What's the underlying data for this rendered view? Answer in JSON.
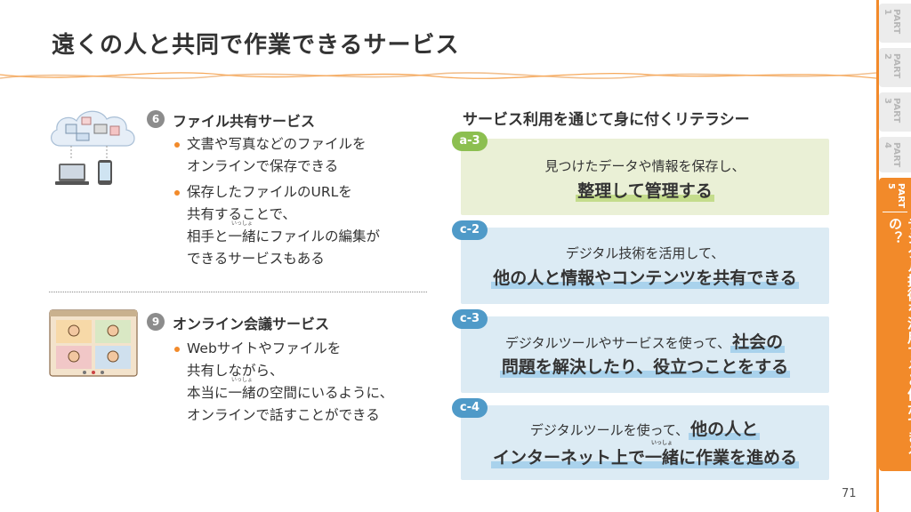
{
  "title": "遠くの人と共同で作業できるサービス",
  "sidebar": {
    "parts": [
      {
        "label": "PART\n1"
      },
      {
        "label": "PART\n2"
      },
      {
        "label": "PART\n3"
      },
      {
        "label": "PART\n4"
      }
    ],
    "active": {
      "label": "PART\n5",
      "subtitle": "デジタル技術を活用すると何ができるの？"
    }
  },
  "left": {
    "service1": {
      "number": "6",
      "title": "ファイル共有サービス",
      "b1_l1": "文書や写真などのファイルを",
      "b1_l2": "オンラインで保存できる",
      "b2_l1": "保存したファイルのURLを",
      "b2_l2": "共有することで、",
      "b2_l3_pre": "相手と",
      "b2_l3_ruby_base": "一緒",
      "b2_l3_ruby_text": "いっしょ",
      "b2_l3_post": "にファイルの編集が",
      "b2_l4": "できるサービスもある"
    },
    "service2": {
      "number": "9",
      "title": "オンライン会議サービス",
      "b1_l1": "Webサイトやファイルを",
      "b1_l2": "共有しながら、",
      "b1_l3_pre": "本当に",
      "b1_l3_ruby_base": "一緒",
      "b1_l3_ruby_text": "いっしょ",
      "b1_l3_post": "の空間にいるように、",
      "b1_l4": "オンラインで話すことができる"
    }
  },
  "right": {
    "heading": "サービス利用を通じて身に付くリテラシー",
    "cards": [
      {
        "tag": "a-3",
        "line1": "見つけたデータや情報を保存し、",
        "line2": "整理して管理する"
      },
      {
        "tag": "c-2",
        "line1": "デジタル技術を活用して、",
        "line2": "他の人と情報やコンテンツを共有できる"
      },
      {
        "tag": "c-3",
        "line1_plain": "デジタルツールやサービスを使って、",
        "line1_bold": "社会の",
        "line2": "問題を解決したり、役立つことをする"
      },
      {
        "tag": "c-4",
        "line1_plain": "デジタルツールを使って、",
        "line1_bold": "他の人と",
        "line2_pre": "インターネット上で",
        "line2_ruby_base": "一緒",
        "line2_ruby_text": "いっしょ",
        "line2_post": "に作業を進める"
      }
    ]
  },
  "colors": {
    "accent": "#f28a2a",
    "green": "#8cbf50",
    "blue": "#4f9ac8"
  },
  "page_number": "71"
}
